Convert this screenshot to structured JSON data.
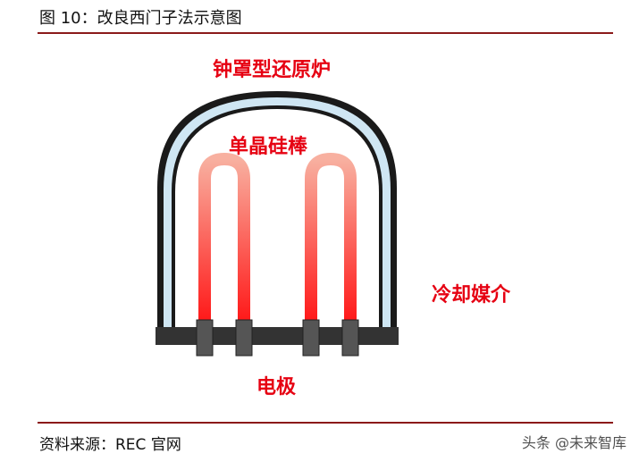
{
  "figure": {
    "title": "图 10：改良西门子法示意图"
  },
  "diagram": {
    "labels": {
      "furnace": "钟罩型还原炉",
      "rods": "单晶硅棒",
      "coolant": "冷却媒介",
      "electrode": "电极"
    },
    "colors": {
      "label_red": "#e60012",
      "bell_outer": "#1a1a1a",
      "bell_inner": "#cfe6f3",
      "base": "#333333",
      "electrode": "#555555",
      "rod_hot": "#ff1a1a",
      "rod_cool": "#f8b0a0"
    }
  },
  "footer": {
    "source": "资料来源：REC 官网",
    "watermark": "头条 @未来智库"
  }
}
